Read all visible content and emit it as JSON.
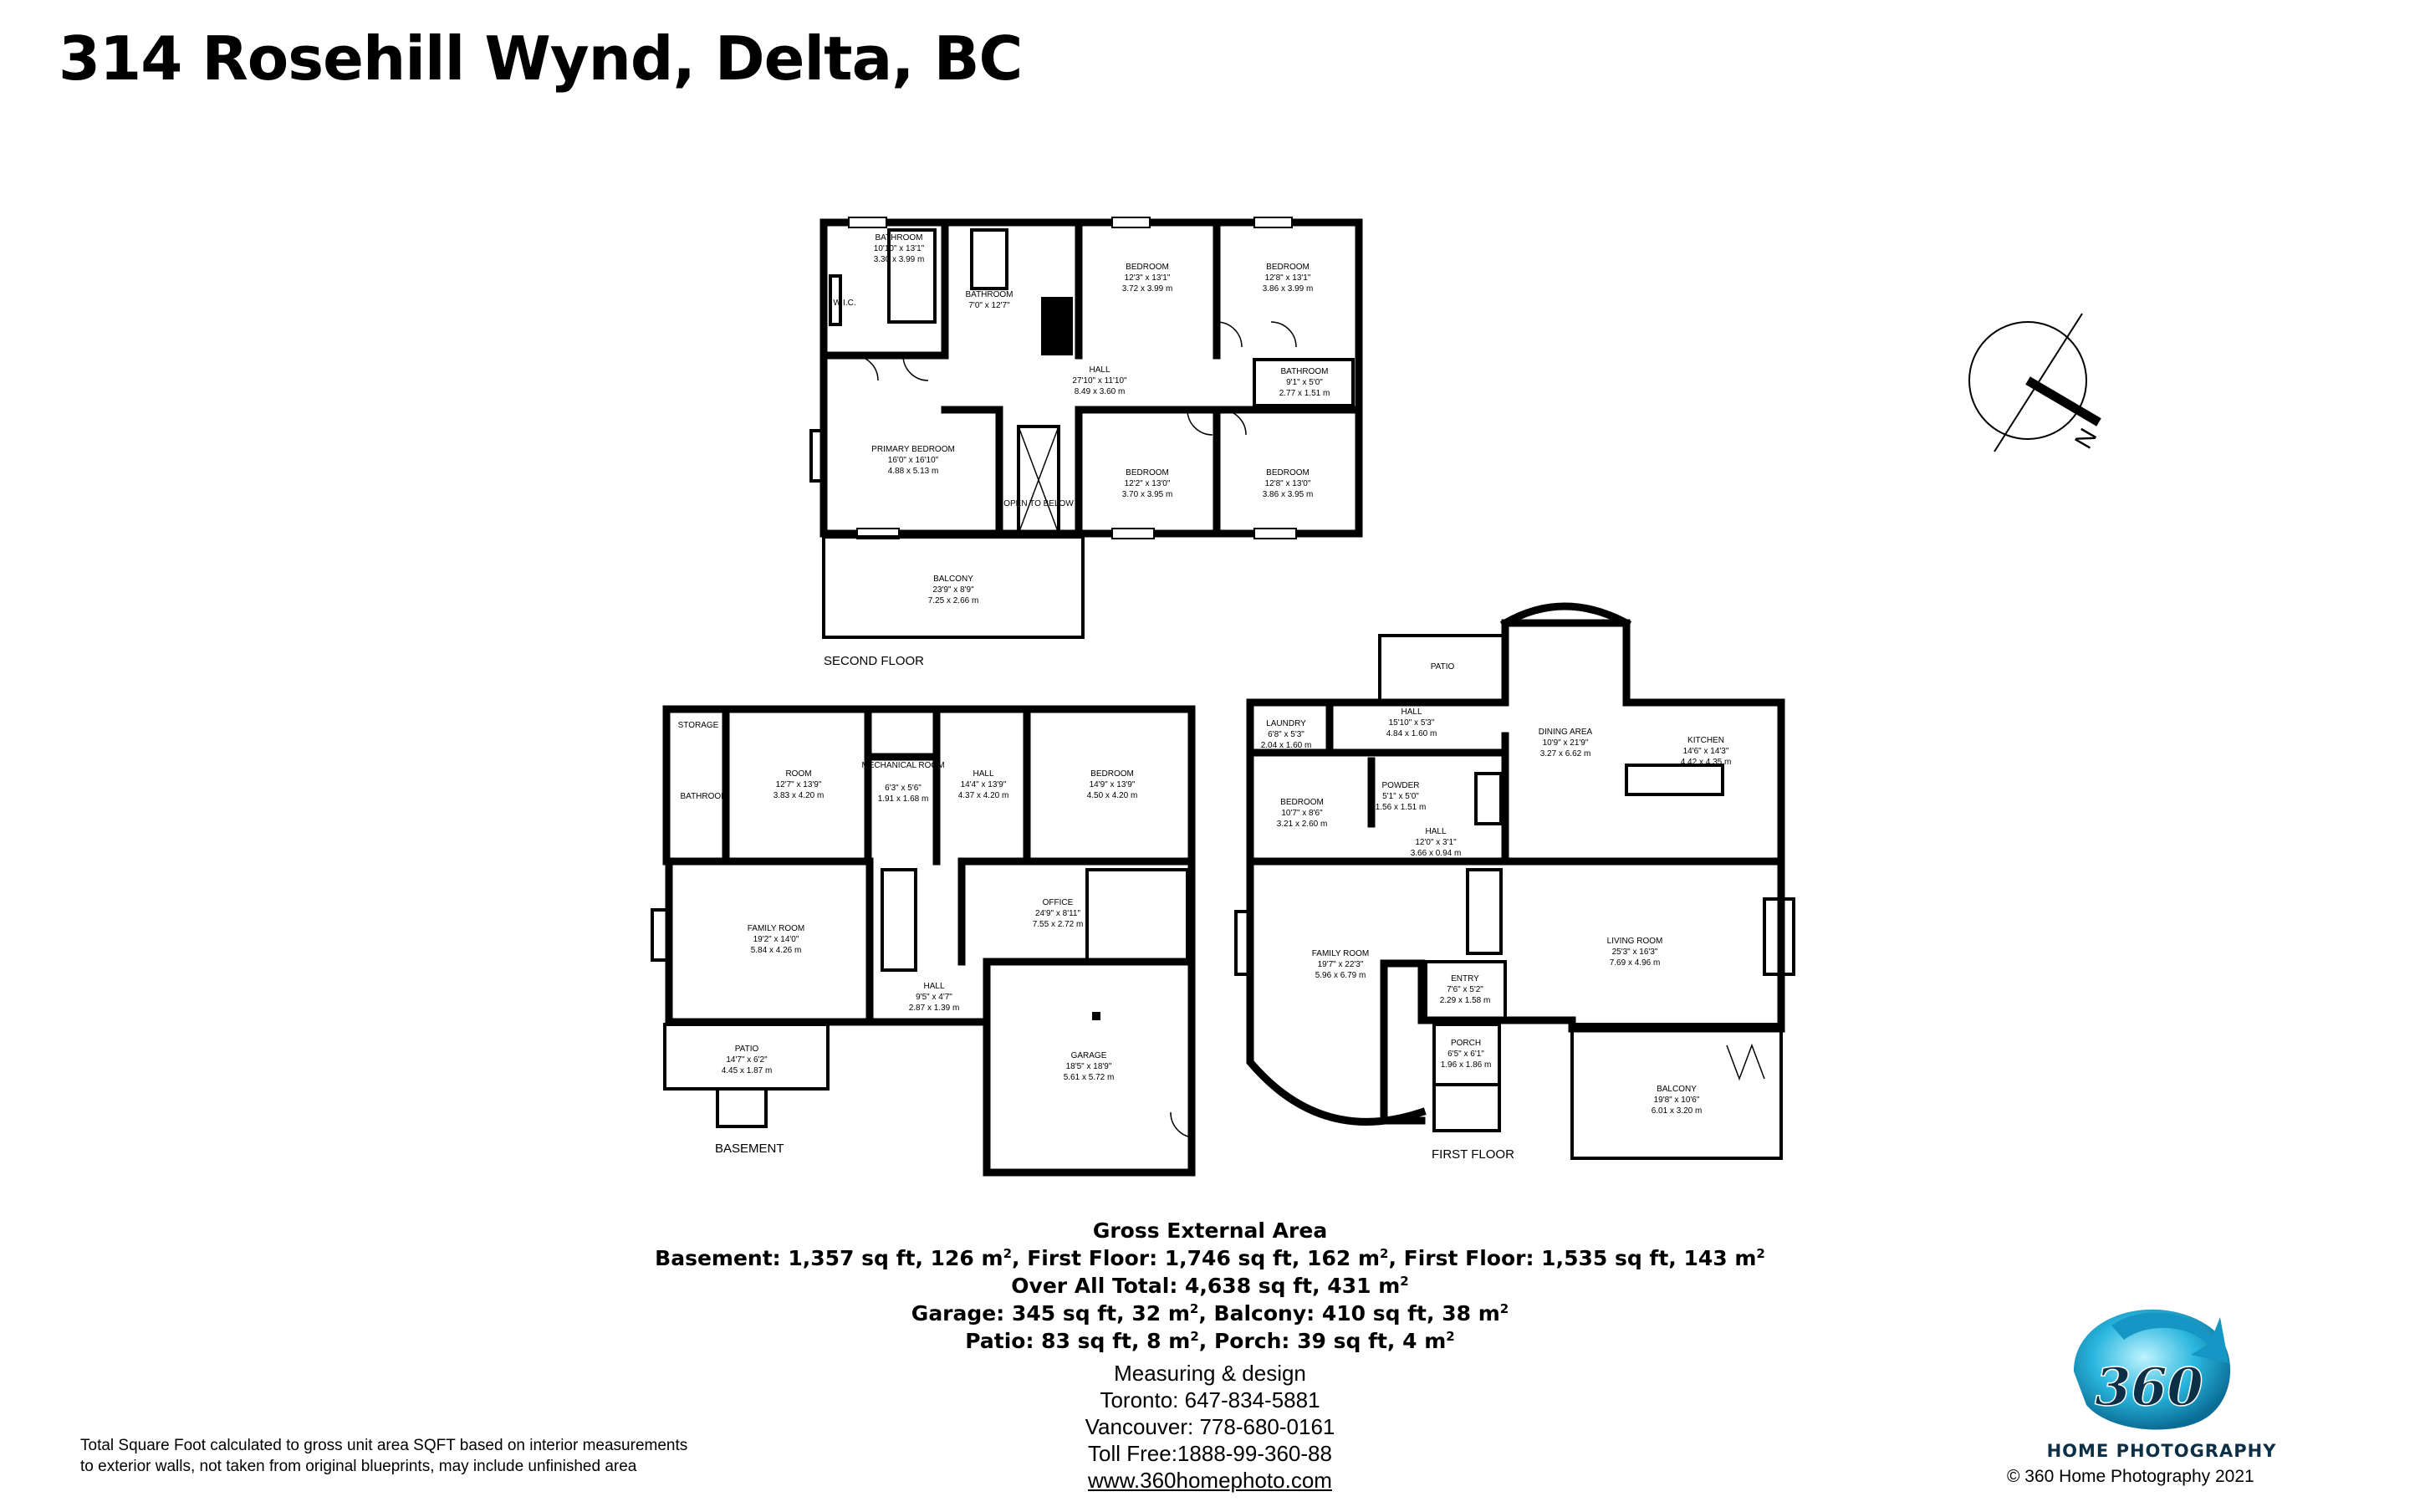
{
  "title": "314 Rosehill Wynd, Delta, BC",
  "floors": {
    "second": {
      "label": "SECOND FLOOR",
      "rooms": [
        {
          "name": "BATHROOM",
          "imp": "10'10\" x 13'1\"",
          "met": "3.30 x 3.99 m"
        },
        {
          "name": "W.I.C.",
          "imp": "",
          "met": ""
        },
        {
          "name": "BATHROOM",
          "imp": "7'0\" x 12'7\"",
          "met": ""
        },
        {
          "name": "BEDROOM",
          "imp": "12'3\" x 13'1\"",
          "met": "3.72 x 3.99 m"
        },
        {
          "name": "BEDROOM",
          "imp": "12'8\" x 13'1\"",
          "met": "3.86 x 3.99 m"
        },
        {
          "name": "HALL",
          "imp": "27'10\" x 11'10\"",
          "met": "8.49 x 3.60 m"
        },
        {
          "name": "BATHROOM",
          "imp": "9'1\" x 5'0\"",
          "met": "2.77 x 1.51 m"
        },
        {
          "name": "PRIMARY BEDROOM",
          "imp": "16'0\" x 16'10\"",
          "met": "4.88 x 5.13 m"
        },
        {
          "name": "OPEN TO BELOW",
          "imp": "",
          "met": ""
        },
        {
          "name": "BEDROOM",
          "imp": "12'2\" x 13'0\"",
          "met": "3.70 x 3.95 m"
        },
        {
          "name": "BEDROOM",
          "imp": "12'8\" x 13'0\"",
          "met": "3.86 x 3.95 m"
        },
        {
          "name": "BALCONY",
          "imp": "23'9\" x 8'9\"",
          "met": "7.25 x 2.66 m"
        }
      ]
    },
    "basement": {
      "label": "BASEMENT",
      "rooms": [
        {
          "name": "STORAGE",
          "imp": "",
          "met": ""
        },
        {
          "name": "BATHROOM",
          "imp": "",
          "met": ""
        },
        {
          "name": "ROOM",
          "imp": "12'7\" x 13'9\"",
          "met": "3.83 x 4.20 m"
        },
        {
          "name": "MECHANICAL ROOM",
          "imp": "6'3\" x 5'6\"",
          "met": "1.91 x 1.68 m"
        },
        {
          "name": "HALL",
          "imp": "14'4\" x 13'9\"",
          "met": "4.37 x 4.20 m"
        },
        {
          "name": "BEDROOM",
          "imp": "14'9\" x 13'9\"",
          "met": "4.50 x 4.20 m"
        },
        {
          "name": "OFFICE",
          "imp": "24'9\" x 8'11\"",
          "met": "7.55 x 2.72 m"
        },
        {
          "name": "FAMILY ROOM",
          "imp": "19'2\" x 14'0\"",
          "met": "5.84 x 4.26 m"
        },
        {
          "name": "HALL",
          "imp": "9'5\" x 4'7\"",
          "met": "2.87 x 1.39 m"
        },
        {
          "name": "PATIO",
          "imp": "14'7\" x 6'2\"",
          "met": "4.45 x 1.87 m"
        },
        {
          "name": "GARAGE",
          "imp": "18'5\" x 18'9\"",
          "met": "5.61 x 5.72 m"
        }
      ]
    },
    "first": {
      "label": "FIRST FLOOR",
      "rooms": [
        {
          "name": "PATIO",
          "imp": "",
          "met": ""
        },
        {
          "name": "LAUNDRY",
          "imp": "6'8\" x 5'3\"",
          "met": "2.04 x 1.60 m"
        },
        {
          "name": "HALL",
          "imp": "15'10\" x 5'3\"",
          "met": "4.84 x 1.60 m"
        },
        {
          "name": "DINING AREA",
          "imp": "10'9\" x 21'9\"",
          "met": "3.27 x 6.62 m"
        },
        {
          "name": "KITCHEN",
          "imp": "14'6\" x 14'3\"",
          "met": "4.42 x 4.35 m"
        },
        {
          "name": "POWDER",
          "imp": "5'1\" x 5'0\"",
          "met": "1.56 x 1.51 m"
        },
        {
          "name": "BEDROOM",
          "imp": "10'7\" x 8'6\"",
          "met": "3.21 x 2.60 m"
        },
        {
          "name": "HALL",
          "imp": "12'0\" x 3'1\"",
          "met": "3.66 x 0.94 m"
        },
        {
          "name": "FAMILY ROOM",
          "imp": "19'7\" x 22'3\"",
          "met": "5.96 x 6.79 m"
        },
        {
          "name": "LIVING ROOM",
          "imp": "25'3\" x 16'3\"",
          "met": "7.69 x 4.96 m"
        },
        {
          "name": "ENTRY",
          "imp": "7'6\" x 5'2\"",
          "met": "2.29 x 1.58 m"
        },
        {
          "name": "PORCH",
          "imp": "6'5\" x 6'1\"",
          "met": "1.96 x 1.86 m"
        },
        {
          "name": "BALCONY",
          "imp": "19'8\" x 10'6\"",
          "met": "6.01 x 3.20 m"
        }
      ]
    }
  },
  "gea": {
    "heading": "Gross External Area",
    "l1": {
      "a": "Basement: 1,357 sq ft, 126 m",
      "b": ", First Floor: 1,746 sq ft, 162 m",
      "c": ", First Floor: 1,535 sq ft, 143 m"
    },
    "l2": {
      "a": "Over All Total: 4,638 sq ft, 431 m"
    },
    "l3": {
      "a": "Garage: 345 sq ft, 32 m",
      "b": ", Balcony: 410 sq ft, 38 m"
    },
    "l4": {
      "a": "Patio: 83 sq ft, 8 m",
      "b": ", Porch: 39 sq ft, 4 m"
    },
    "sup": "2"
  },
  "contact": {
    "heading": "Measuring & design",
    "toronto": "Toronto: 647-834-5881",
    "vancouver": "Vancouver: 778-680-0161",
    "tollfree": "Toll Free:1888-99-360-88",
    "website": "www.360homephoto.com"
  },
  "note": "Total Square Foot calculated to gross unit area SQFT based on interior measurements to exterior walls, not taken from original blueprints, may include unfinished area",
  "copyright": "©   360 Home Photography 2021",
  "logo": {
    "number": "360",
    "tagline": "Home Photography"
  },
  "compass": {
    "letter": "N"
  }
}
